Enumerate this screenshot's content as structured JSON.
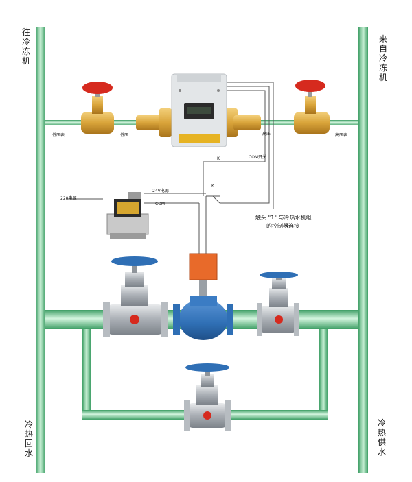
{
  "labels": {
    "to_chiller": "往冷冻机",
    "from_chiller": "来自冷冻机",
    "return_water": "冷热回水",
    "supply_water": "冷热供水",
    "low_pressure_gauge": "低压表",
    "low_pressure": "低压",
    "high_pressure": "高压",
    "high_pressure_gauge": "高压表",
    "com_switch": "COM开关",
    "v24_power": "24V电源",
    "com": "COM",
    "v220_power": "220电源",
    "contact_note_line1": "触头 \"1\" 与冷热水机组",
    "contact_note_line2": "的控制器连接",
    "relay_mark": "K"
  },
  "colors": {
    "pipe_green": "#8fd3a8",
    "pipe_dark": "#3f9f66",
    "valve_silver": "#b9bdc2",
    "valve_blue": "#2f6fb5",
    "handwheel_red": "#d62a1e",
    "brass": "#d9a43a",
    "actuator_orange": "#e86a2a"
  },
  "icons": [
    "gate-valve-icon",
    "globe-valve-icon",
    "pressure-controller-icon",
    "transformer-icon",
    "motorized-valve-icon"
  ]
}
